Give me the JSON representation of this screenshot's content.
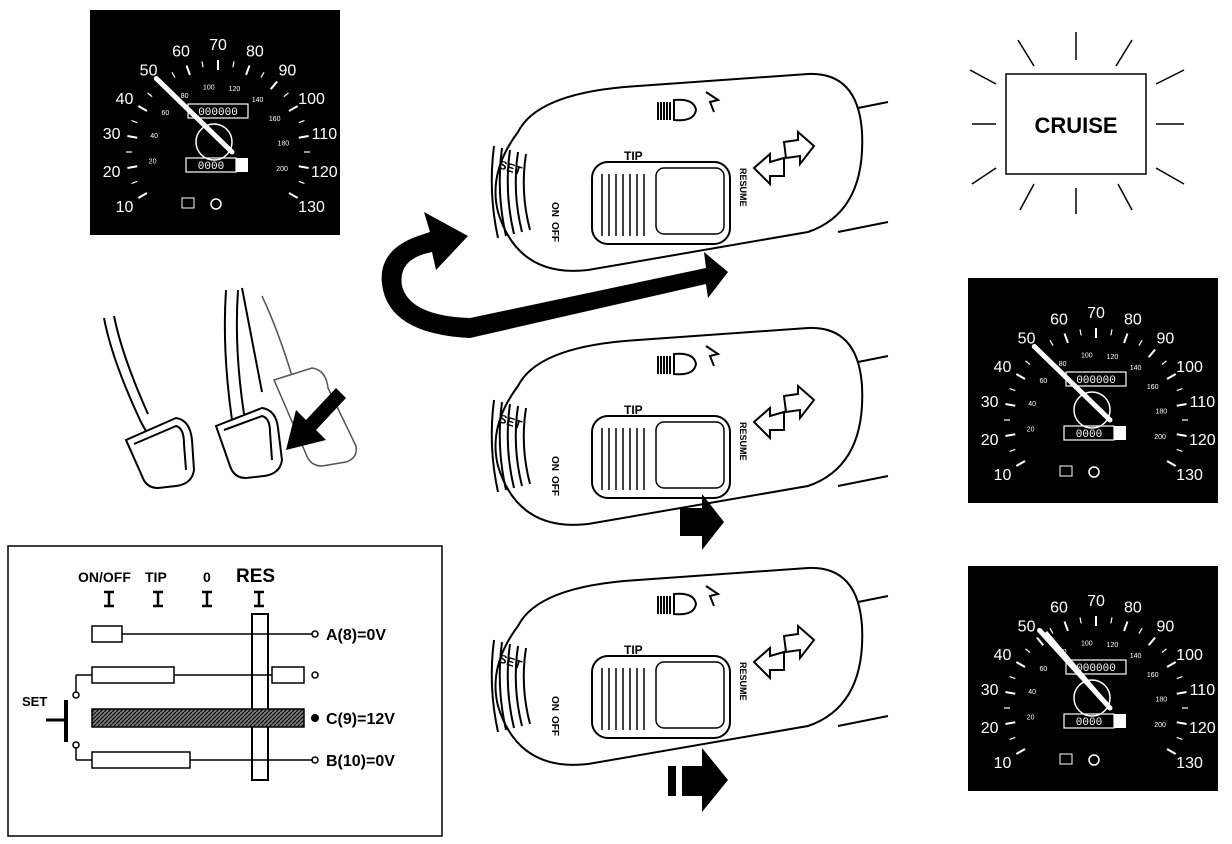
{
  "speedometer": {
    "outer_labels": [
      "10",
      "20",
      "30",
      "40",
      "50",
      "60",
      "70",
      "80",
      "90",
      "100",
      "110",
      "120",
      "130"
    ],
    "inner_labels": [
      "20",
      "40",
      "60",
      "80",
      "100",
      "120",
      "140",
      "160",
      "180",
      "200"
    ],
    "odometer": "000000",
    "trip": "0000"
  },
  "gauges": [
    {
      "id": "gauge-top-left",
      "needle_mph": 50,
      "needle_double": false
    },
    {
      "id": "gauge-mid-right",
      "needle_mph": 50,
      "needle_double": false
    },
    {
      "id": "gauge-bottom-right",
      "needle_mph": 52,
      "needle_double": true
    }
  ],
  "cruise_lamp": {
    "label": "CRUISE",
    "lit": true
  },
  "stalk": {
    "set_label": "SET",
    "tip_label": "TIP",
    "on_label": "ON",
    "off_label": "OFF",
    "resume_label": "RESUME"
  },
  "circuit": {
    "positions": [
      "ON/OFF",
      "TIP",
      "0",
      "RES"
    ],
    "set_label": "SET",
    "outputs": [
      "A(8)=0V",
      "C(9)=12V",
      "B(10)=0V"
    ]
  }
}
